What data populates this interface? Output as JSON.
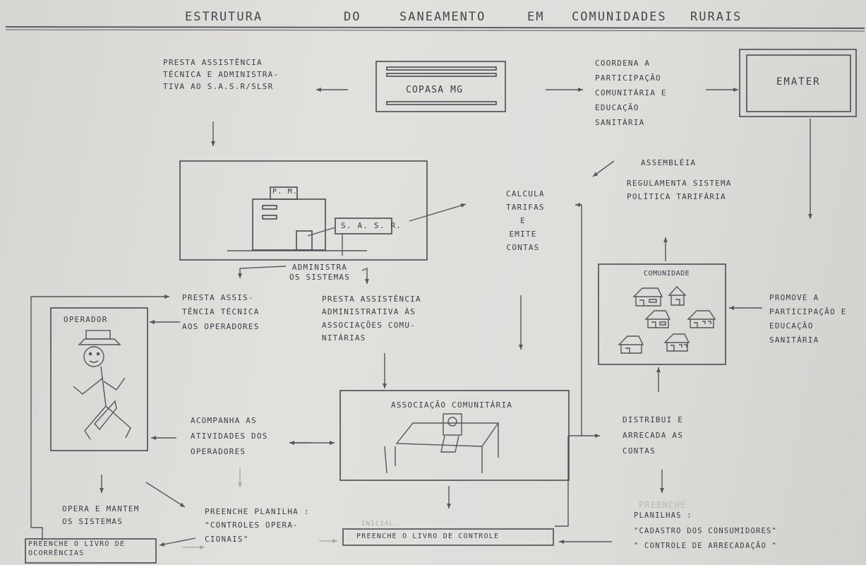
{
  "title": {
    "w1": "ESTRUTURA",
    "w2": "DO",
    "w3": "SANEAMENTO",
    "w4": "EM",
    "w5": "COMUNIDADES",
    "w6": "RURAIS"
  },
  "nodes": {
    "copasa": "COPASA    MG",
    "emater": "EMATER",
    "pm": "P. M.",
    "sasr": "S. A. S. R.",
    "operador": "OPERADOR",
    "comunidade": "COMUNIDADE",
    "associacao": "ASSOCIAÇÃO  COMUNITÁRIA",
    "livro_controle": "PREENCHE  O LIVRO  DE  CONTROLE",
    "livro_ocorrencias": "PREENCHE  O LIVRO DE\nOCORRÊNCIAS"
  },
  "labels": {
    "presta_copasa": "PRESTA    ASSISTÊNCIA\nTÉCNICA E  ADMINISTRA-\nTIVA AO S.A.S.R/SLSR",
    "coordena": "COORDENA  A\nPARTICIPAÇÃO\nCOMUNITÁRIA E\nEDUCAÇÃO\nSANITÁRIA",
    "assembleia": "ASSEMBLÉIA",
    "regulamenta": "REGULAMENTA  SISTEMA\nPOLÍTICA  TARIFÁRIA",
    "calcula": "CALCULA\nTARIFAS\nE\nEMITE\nCONTAS",
    "administra": "ADMINISTRA\nOS SISTEMAS",
    "presta_operadores": "PRESTA  ASSIS-\nTÊNCIA  TÉCNICA\nAOS  OPERADORES",
    "presta_assoc": "PRESTA  ASSISTÊNCIA\nADMINISTRATIVA  ÀS\nASSOCIAÇÕES  COMU-\nNITÁRIAS",
    "promove": "PROMOVE   A\nPARTICIPAÇÃO E\nEDUCAÇÃO\nSANITÁRIA",
    "acompanha": "ACOMPANHA      AS\nATIVIDADES  DOS\nOPERADORES",
    "distribui": "DISTRIBUI    E\nARRECADA     AS\nCONTAS",
    "opera": "OPERA  E  MANTEM\nOS  SISTEMAS",
    "preenche_planilha": "PREENCHE  PLANILHA :\n\"CONTROLES  OPERA-\nCIONAIS\"",
    "planilhas": "PLANILHAS :\n\"CADASTRO  DOS  CONSUMIDORES\"\n\" CONTROLE  DE  ARRECADAÇÃO \"",
    "erased_1": "INICIAL",
    "erased_2": "PREENCHE"
  }
}
